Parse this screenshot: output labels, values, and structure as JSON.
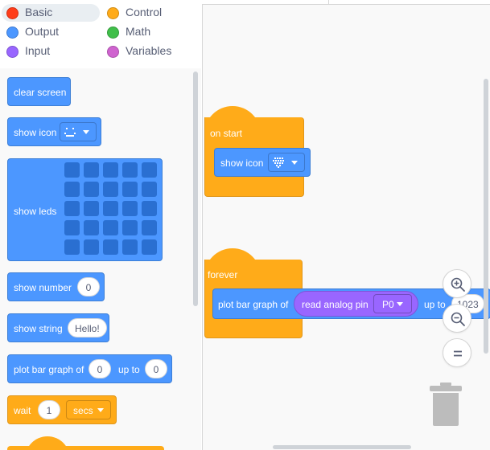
{
  "categories": [
    {
      "label": "Basic",
      "color": "#ff3d1a",
      "selected": true
    },
    {
      "label": "Control",
      "color": "#ffab19",
      "selected": false
    },
    {
      "label": "Output",
      "color": "#4c97ff",
      "selected": false
    },
    {
      "label": "Math",
      "color": "#40bf4a",
      "selected": false
    },
    {
      "label": "Input",
      "color": "#9966ff",
      "selected": false
    },
    {
      "label": "Variables",
      "color": "#cf63cf",
      "selected": false
    }
  ],
  "flyout": {
    "clear_screen": "clear screen",
    "show_icon": "show icon",
    "show_leds": "show leds",
    "show_number": "show number",
    "show_number_value": "0",
    "show_string": "show string",
    "show_string_value": "Hello!",
    "plot_bar_graph": "plot bar graph of",
    "plot_value": "0",
    "up_to": "up to",
    "up_to_value": "0",
    "wait": "wait",
    "wait_value": "1",
    "wait_unit": "secs"
  },
  "workspace": {
    "on_start": "on start",
    "show_icon": "show icon",
    "forever": "forever",
    "plot_bar_graph": "plot bar graph of",
    "read_analog_pin": "read analog pin",
    "pin": "P0",
    "up_to": "up to",
    "up_to_value": "1023"
  },
  "colors": {
    "basic_block": "#4c97ff",
    "control_block": "#ffab19",
    "input_block": "#9966ff"
  },
  "icons": [
    "zoom-in-icon",
    "zoom-out-icon",
    "zoom-reset-icon",
    "trash-icon",
    "dropdown-caret-icon"
  ]
}
